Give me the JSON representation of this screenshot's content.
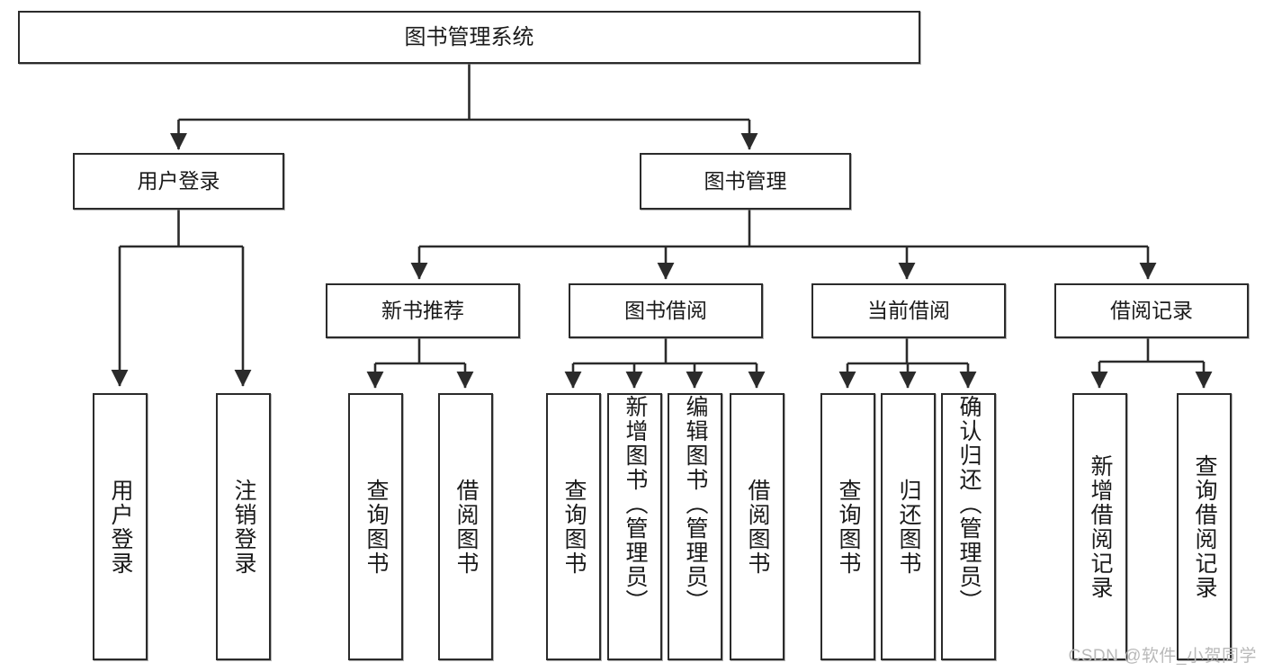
{
  "diagram": {
    "title": "图书管理系统",
    "type": "tree-hierarchy-diagram",
    "stroke_color": "#2b2b2b",
    "fill_color": "#ffffff",
    "text_color": "#1a1a1a",
    "nodes": {
      "root": {
        "label": "图书管理系统"
      },
      "level1": [
        {
          "id": "user-login",
          "label": "用户登录"
        },
        {
          "id": "book-management",
          "label": "图书管理"
        }
      ],
      "level2": [
        {
          "id": "new-book-recommend",
          "label": "新书推荐"
        },
        {
          "id": "book-borrow",
          "label": "图书借阅"
        },
        {
          "id": "current-borrow",
          "label": "当前借阅"
        },
        {
          "id": "borrow-record",
          "label": "借阅记录"
        }
      ],
      "leaves": {
        "user_login": [
          {
            "id": "leaf-user-login",
            "label": "用户登录"
          },
          {
            "id": "leaf-logout-login",
            "label": "注销登录"
          }
        ],
        "new_book_recommend": [
          {
            "id": "leaf-query-book-1",
            "label": "查询图书"
          },
          {
            "id": "leaf-borrow-book-1",
            "label": "借阅图书"
          }
        ],
        "book_borrow": [
          {
            "id": "leaf-query-book-2",
            "label": "查询图书"
          },
          {
            "id": "leaf-add-book-admin",
            "label": "新增图书（管理员）"
          },
          {
            "id": "leaf-edit-book-admin",
            "label": "编辑图书（管理员）"
          },
          {
            "id": "leaf-borrow-book-2",
            "label": "借阅图书"
          }
        ],
        "current_borrow": [
          {
            "id": "leaf-query-book-3",
            "label": "查询图书"
          },
          {
            "id": "leaf-return-book",
            "label": "归还图书"
          },
          {
            "id": "leaf-confirm-return-admin",
            "label": "确认归还（管理员）"
          }
        ],
        "borrow_record": [
          {
            "id": "leaf-add-borrow-record",
            "label": "新增借阅记录"
          },
          {
            "id": "leaf-query-borrow-record",
            "label": "查询借阅记录"
          }
        ]
      }
    }
  },
  "watermark": {
    "text": "CSDN @软件_小贺同学"
  }
}
